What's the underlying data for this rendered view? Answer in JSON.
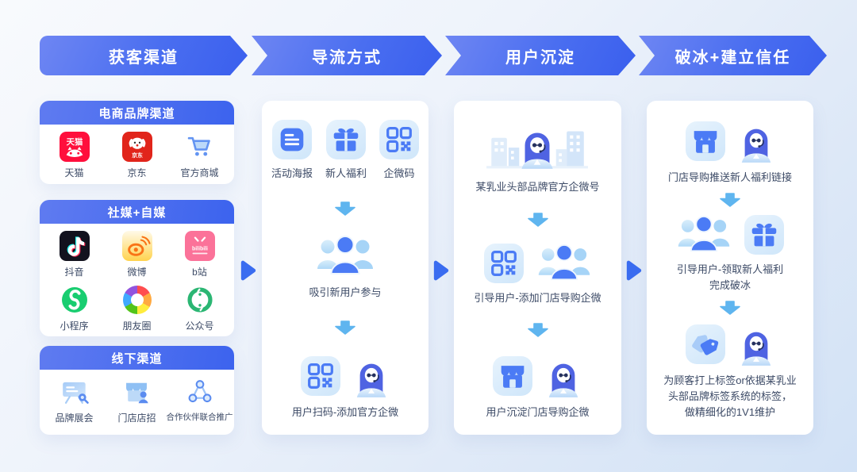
{
  "stages": [
    {
      "label": "获客渠道"
    },
    {
      "label": "导流方式"
    },
    {
      "label": "用户沉淀"
    },
    {
      "label": "破冰+建立信任"
    }
  ],
  "acquisition": {
    "groups": [
      {
        "title": "电商品牌渠道",
        "items": [
          {
            "label": "天猫",
            "icon": "tmall-icon"
          },
          {
            "label": "京东",
            "icon": "jd-icon"
          },
          {
            "label": "官方商城",
            "icon": "shopping-cart-icon"
          }
        ]
      },
      {
        "title": "社媒+自媒",
        "items": [
          {
            "label": "抖音",
            "icon": "douyin-icon"
          },
          {
            "label": "微博",
            "icon": "weibo-icon"
          },
          {
            "label": "b站",
            "icon": "bilibili-icon"
          },
          {
            "label": "小程序",
            "icon": "mini-program-icon"
          },
          {
            "label": "朋友圈",
            "icon": "moments-icon"
          },
          {
            "label": "公众号",
            "icon": "official-account-icon"
          }
        ]
      },
      {
        "title": "线下渠道",
        "items": [
          {
            "label": "品牌展会",
            "icon": "exhibition-icon"
          },
          {
            "label": "门店店招",
            "icon": "store-sign-icon"
          },
          {
            "label": "合作伙伴联合推广",
            "icon": "partner-network-icon"
          }
        ]
      }
    ]
  },
  "diversion": {
    "tools": [
      {
        "label": "活动海报",
        "icon": "poster-icon"
      },
      {
        "label": "新人福利",
        "icon": "gift-icon"
      },
      {
        "label": "企微码",
        "icon": "qrcode-icon"
      }
    ],
    "step2": {
      "caption": "吸引新用户参与",
      "icons": [
        "user-group-icon"
      ]
    },
    "step3": {
      "caption": "用户扫码-添加官方企微",
      "icons": [
        "qrcode-icon",
        "female-agent-icon"
      ]
    }
  },
  "retention": {
    "step1": {
      "caption": "某乳业头部品牌官方企微号",
      "icons": [
        "female-agent-buildings-icon"
      ]
    },
    "step2": {
      "caption": "引导用户-添加门店导购企微",
      "icons": [
        "qrcode-icon",
        "user-group-icon"
      ]
    },
    "step3": {
      "caption": "用户沉淀门店导购企微",
      "icons": [
        "storefront-icon",
        "female-agent-icon"
      ]
    }
  },
  "trust": {
    "step1": {
      "caption": "门店导购推送新人福利链接",
      "icons": [
        "storefront-icon",
        "female-agent-icon"
      ]
    },
    "step2": {
      "lines": [
        "引导用户-领取新人福利",
        "完成破冰"
      ],
      "icons": [
        "user-group-icon",
        "gift-icon"
      ]
    },
    "step3": {
      "lines": [
        "为顾客打上标签or依据某乳业",
        "头部品牌标签系统的标签，",
        "做精细化的1V1维护"
      ],
      "icons": [
        "tags-icon",
        "female-agent-icon"
      ]
    }
  },
  "palette": {
    "banner_blue_start": "#6e86f3",
    "banner_blue_end": "#3a5fee",
    "flow_arrow_blue": "#3a6cf0",
    "down_arrow_blue": "#5fb5ef",
    "icon_blue": "#4b7bf5",
    "tile_bg": "#d9ebfa",
    "card_bg": "#ffffff",
    "label_text": "#3c4a66"
  }
}
